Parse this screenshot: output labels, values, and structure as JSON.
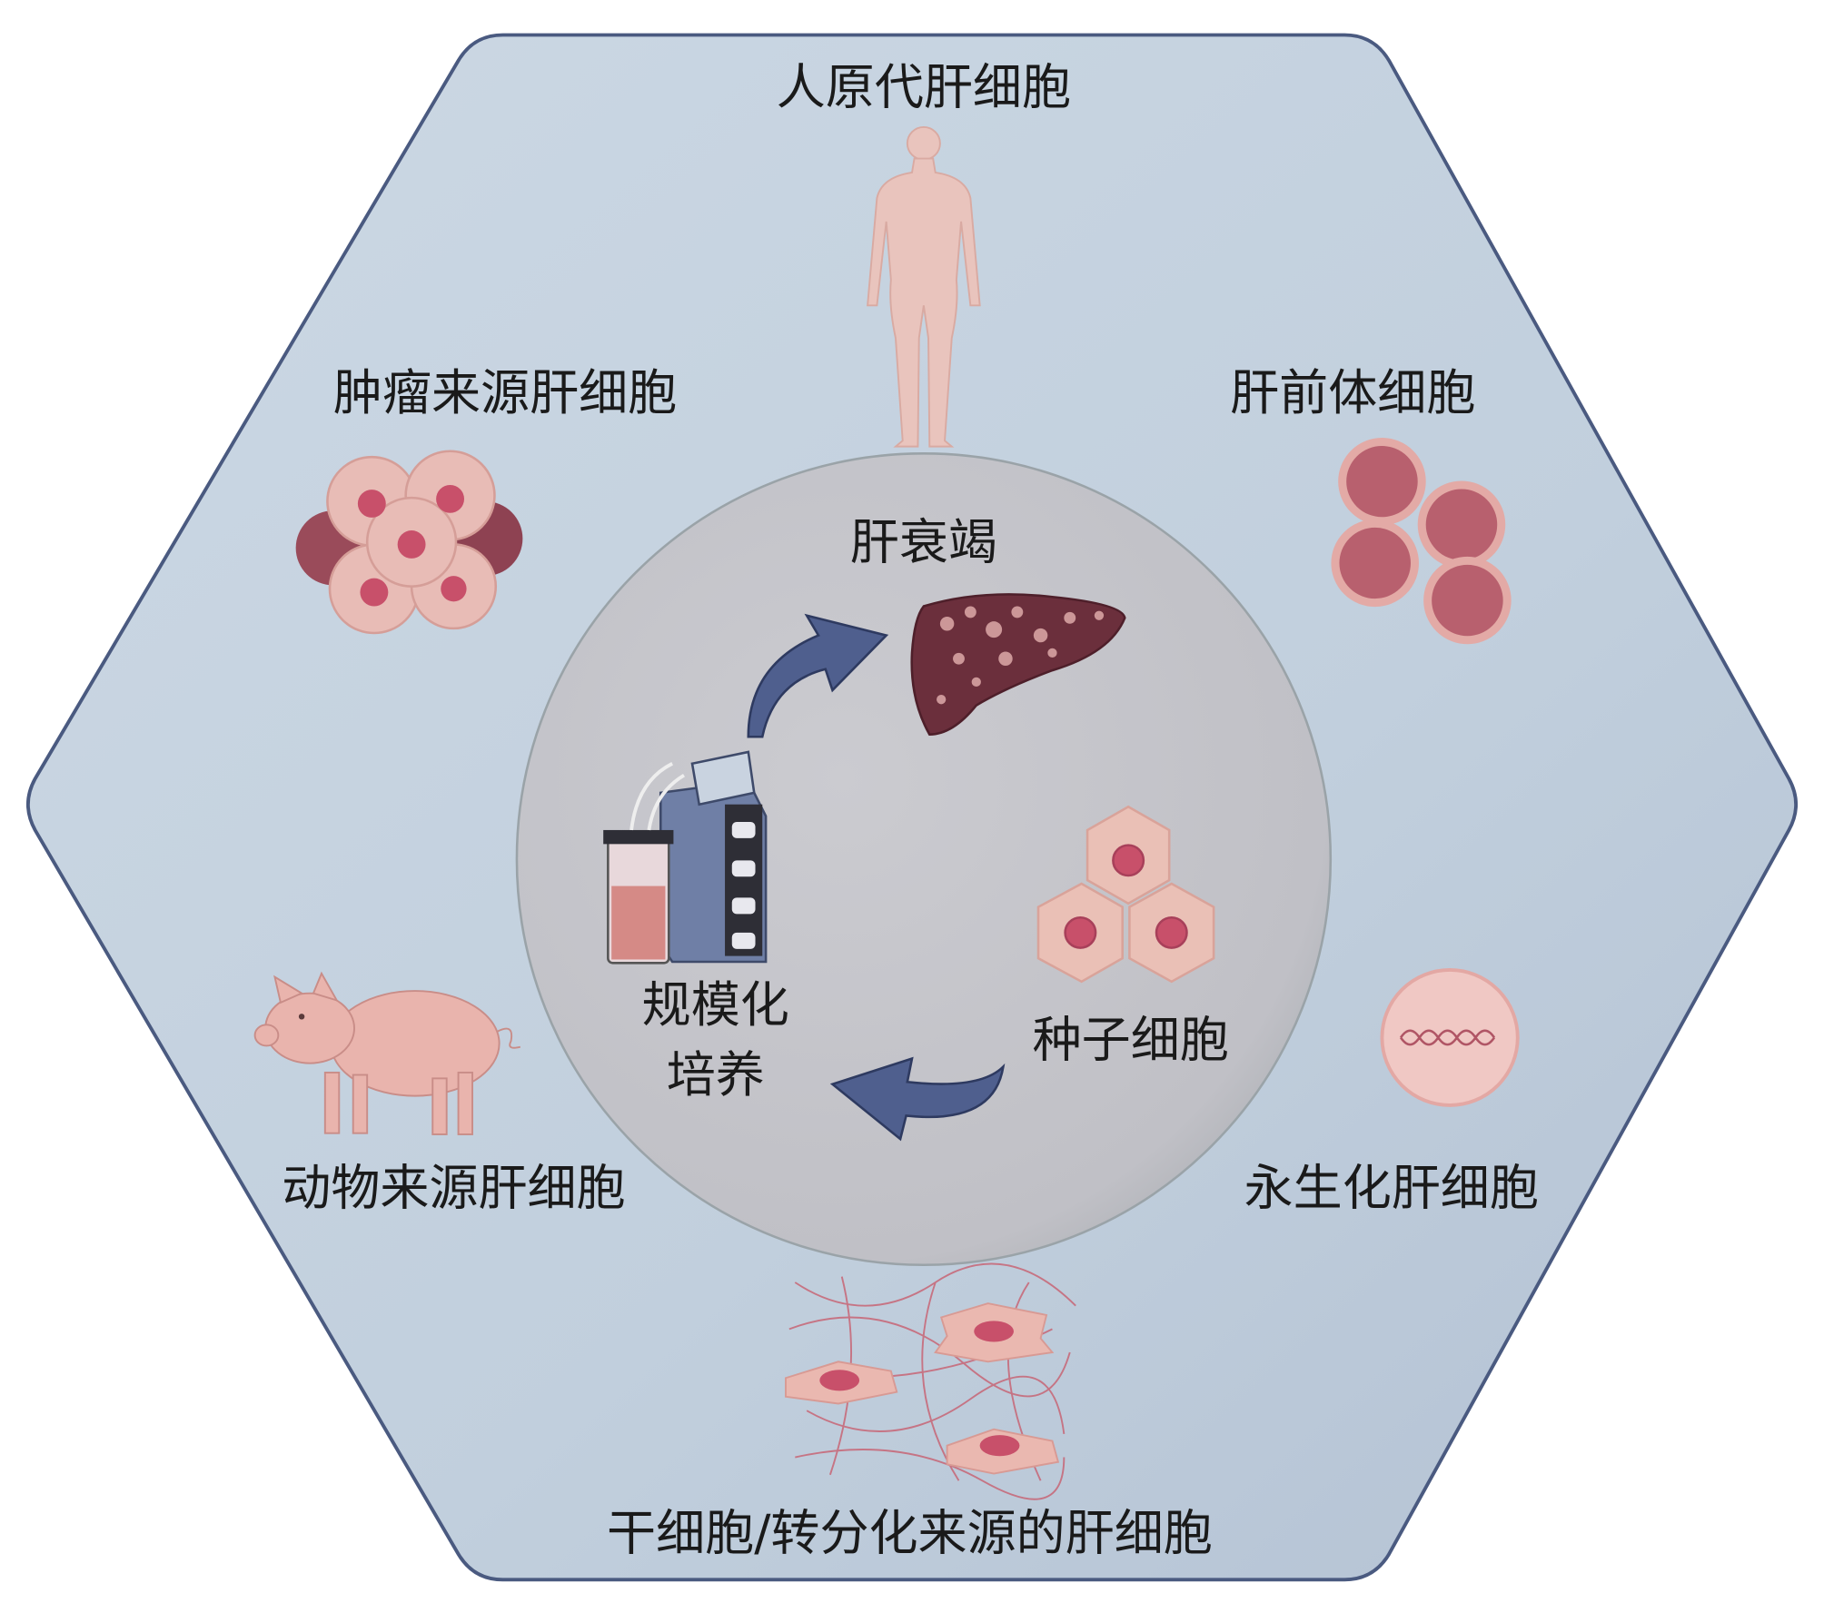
{
  "diagram": {
    "center_title": "肝衰竭",
    "center_process": [
      "规模化",
      "培养"
    ],
    "center_seed": "种子细胞",
    "sources": {
      "primary": "人原代肝细胞",
      "tumor": "肿瘤来源肝细胞",
      "progenitor": "肝前体细胞",
      "animal": "动物来源肝细胞",
      "immortalized": "永生化肝细胞",
      "stem": "干细胞/转分化来源的肝细胞"
    }
  },
  "colors": {
    "hexagon_fill": "#c2d0de",
    "hexagon_stroke": "#4a5a80",
    "circle_fill": "#c3c3c9",
    "arrow": "#4f5f8e",
    "cell_pink": "#e9bdb8",
    "nucleus": "#c8506a"
  }
}
